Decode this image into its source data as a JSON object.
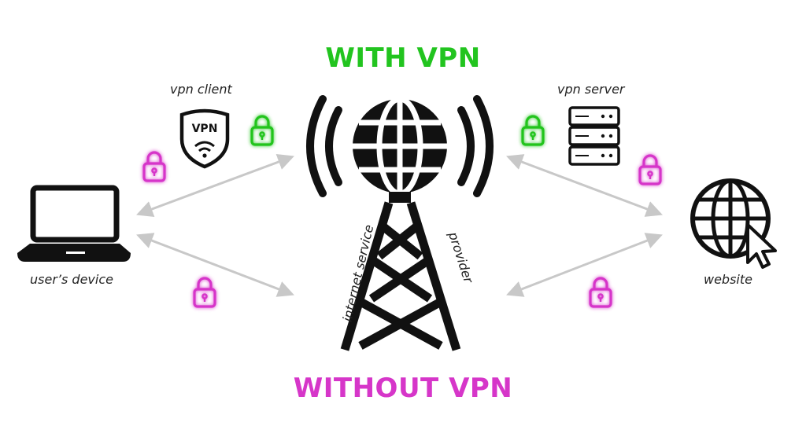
{
  "titles": {
    "with_vpn": "WITH VPN",
    "without_vpn": "WITHOUT VPN"
  },
  "labels": {
    "vpn_client": "vpn client",
    "vpn_server": "vpn server",
    "users_device": "user’s device",
    "website": "website",
    "isp_part1": "internet service",
    "isp_part2": "provider"
  },
  "badge": {
    "text": "VPN"
  },
  "icons": {
    "device": "laptop-icon",
    "client": "vpn-shield-icon",
    "tower": "cell-tower-icon",
    "server": "server-rack-icon",
    "website": "globe-cursor-icon",
    "lock": "padlock-icon"
  },
  "colors": {
    "with_vpn": "#22c41f",
    "without_vpn": "#d636c9",
    "arrow": "#c8c8c8",
    "ink": "#111111"
  }
}
